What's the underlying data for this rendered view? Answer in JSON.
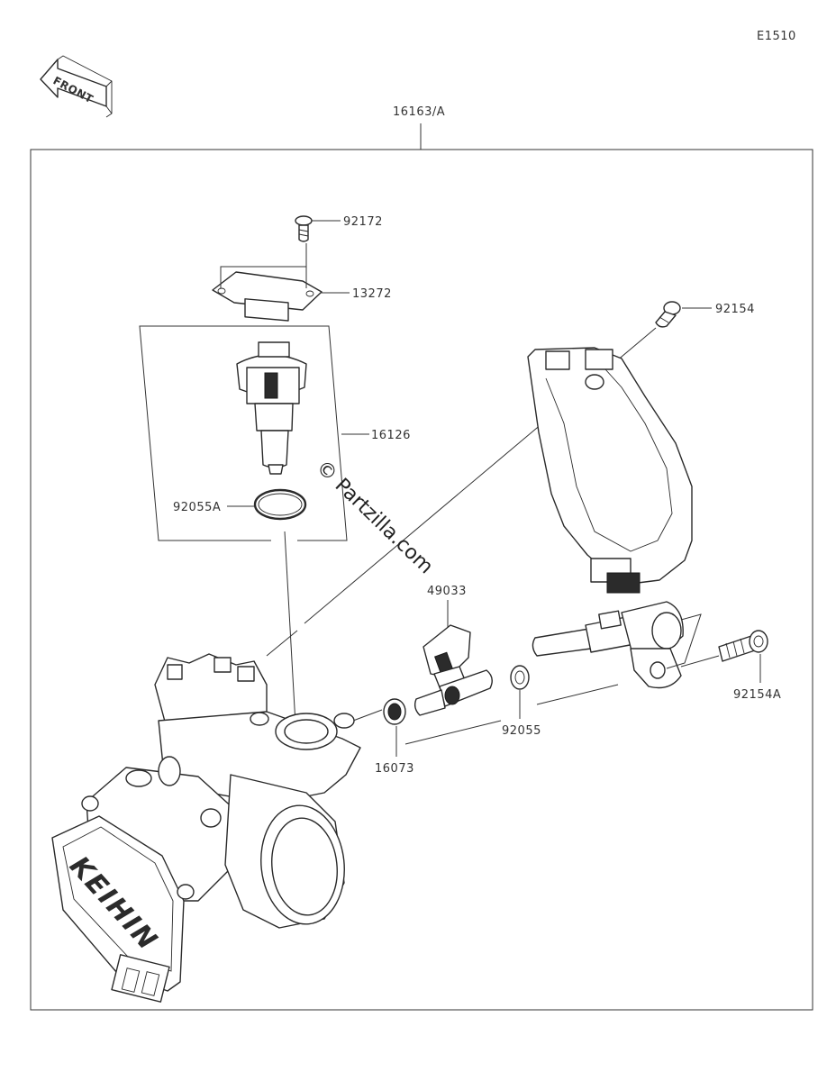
{
  "diagram_code": "E1510",
  "front_label": "FRONT",
  "assembly_label": "16163/A",
  "watermark": "© Partzilla.com",
  "brand_mark": "KEIHIN",
  "callouts": {
    "screw_92172": "92172",
    "plate_13272": "13272",
    "sensor_16126": "16126",
    "oring_92055A": "92055A",
    "bolt_92154": "92154",
    "sensor_49033": "49033",
    "washer_92055": "92055",
    "seal_16073": "16073",
    "bolt_92154A": "92154A"
  }
}
